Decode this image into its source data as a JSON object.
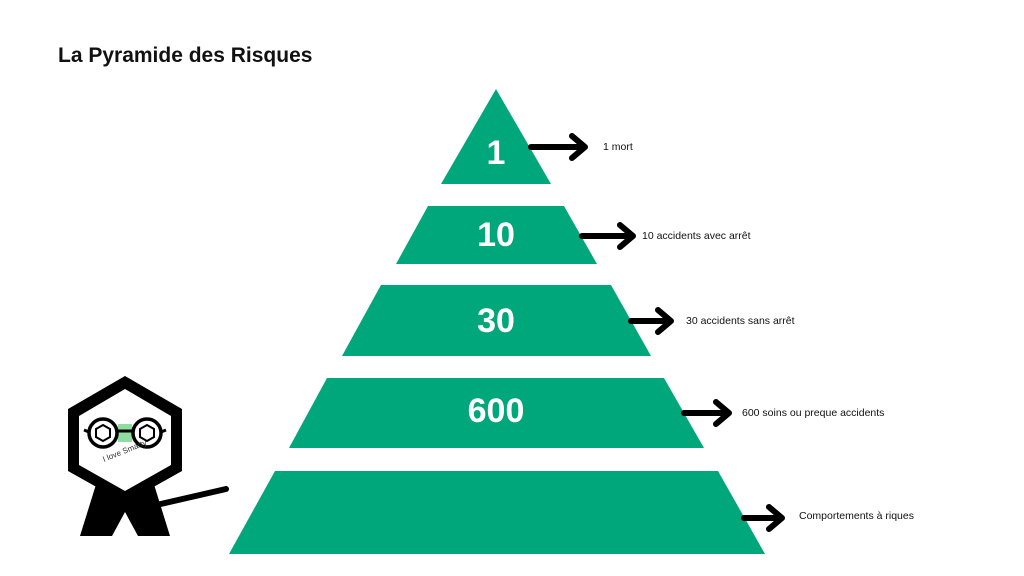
{
  "title": "La Pyramide des Risques",
  "colors": {
    "tier": "#00a77a",
    "arrow": "#000000",
    "text": "#111111"
  },
  "tiers": [
    {
      "value": "1",
      "label": "1 mort"
    },
    {
      "value": "10",
      "label": "10 accidents avec arrêt"
    },
    {
      "value": "30",
      "label": "30 accidents sans arrêt"
    },
    {
      "value": "600",
      "label": "600 soins ou preque accidents"
    },
    {
      "value": "",
      "label": "Comportements à riques"
    }
  ],
  "mascot": {
    "icon": "smarty-mascot-icon",
    "caption": "I love Smarty"
  }
}
